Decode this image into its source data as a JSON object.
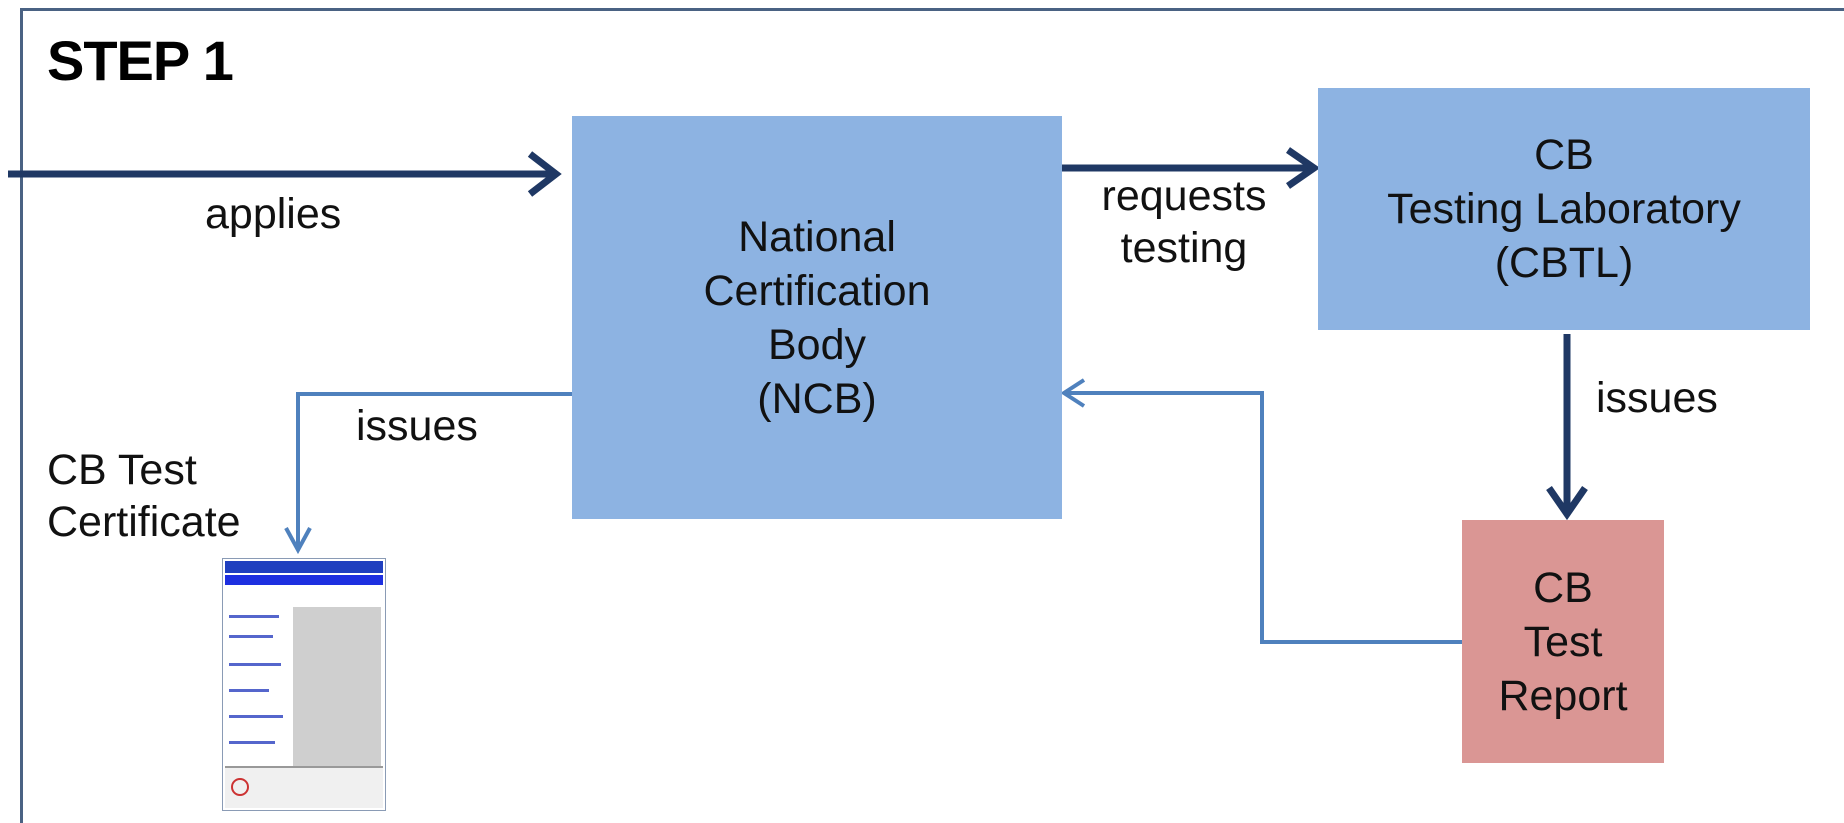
{
  "title": "STEP 1",
  "ncb": {
    "lines": [
      "National",
      "Certification",
      "Body",
      "(NCB)"
    ]
  },
  "cbtl": {
    "lines": [
      "CB",
      "Testing Laboratory",
      "(CBTL)"
    ]
  },
  "report": {
    "lines": [
      "CB",
      "Test",
      "Report"
    ]
  },
  "labels": {
    "applies": "applies",
    "requests_testing": [
      "requests",
      "testing"
    ],
    "issues_cbtl": "issues",
    "issues_ncb": "issues",
    "certificate": [
      "CB Test",
      "Certificate"
    ]
  },
  "colors": {
    "box_blue": "#8db3e2",
    "box_red": "#da9694",
    "arrow_dark": "#1f3864",
    "arrow_light": "#4f81bd"
  }
}
